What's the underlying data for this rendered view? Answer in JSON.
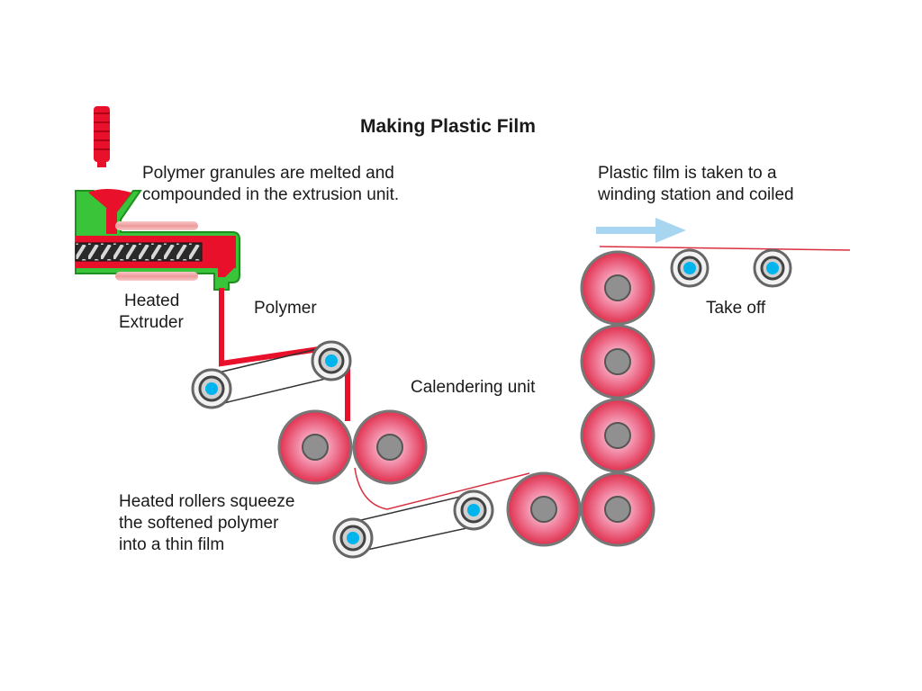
{
  "title": "Making Plastic Film",
  "labels": {
    "granules_line1": "Polymer granules are melted and",
    "granules_line2": "compounded in the extrusion unit.",
    "winding_line1": "Plastic film is taken to a",
    "winding_line2": "winding station and coiled",
    "extruder_line1": "Heated",
    "extruder_line2": "Extruder",
    "polymer": "Polymer",
    "take_off": "Take off",
    "calendering": "Calendering unit",
    "rollers_line1": "Heated rollers squeeze",
    "rollers_line2": "the softened polymer",
    "rollers_line3": "into a thin film"
  },
  "colors": {
    "polymer_red": "#e8102a",
    "roller_pink": "#f0a0b8",
    "roller_red": "#e0304d",
    "extruder_green": "#2db52d",
    "hub_cyan": "#00b4ee",
    "heater_glow": "#f0b0b0",
    "arrow_blue": "#a8d6f0"
  },
  "icons": {
    "granule_stream": "falling-granules-icon",
    "flow_arrow": "right-arrow-icon"
  }
}
